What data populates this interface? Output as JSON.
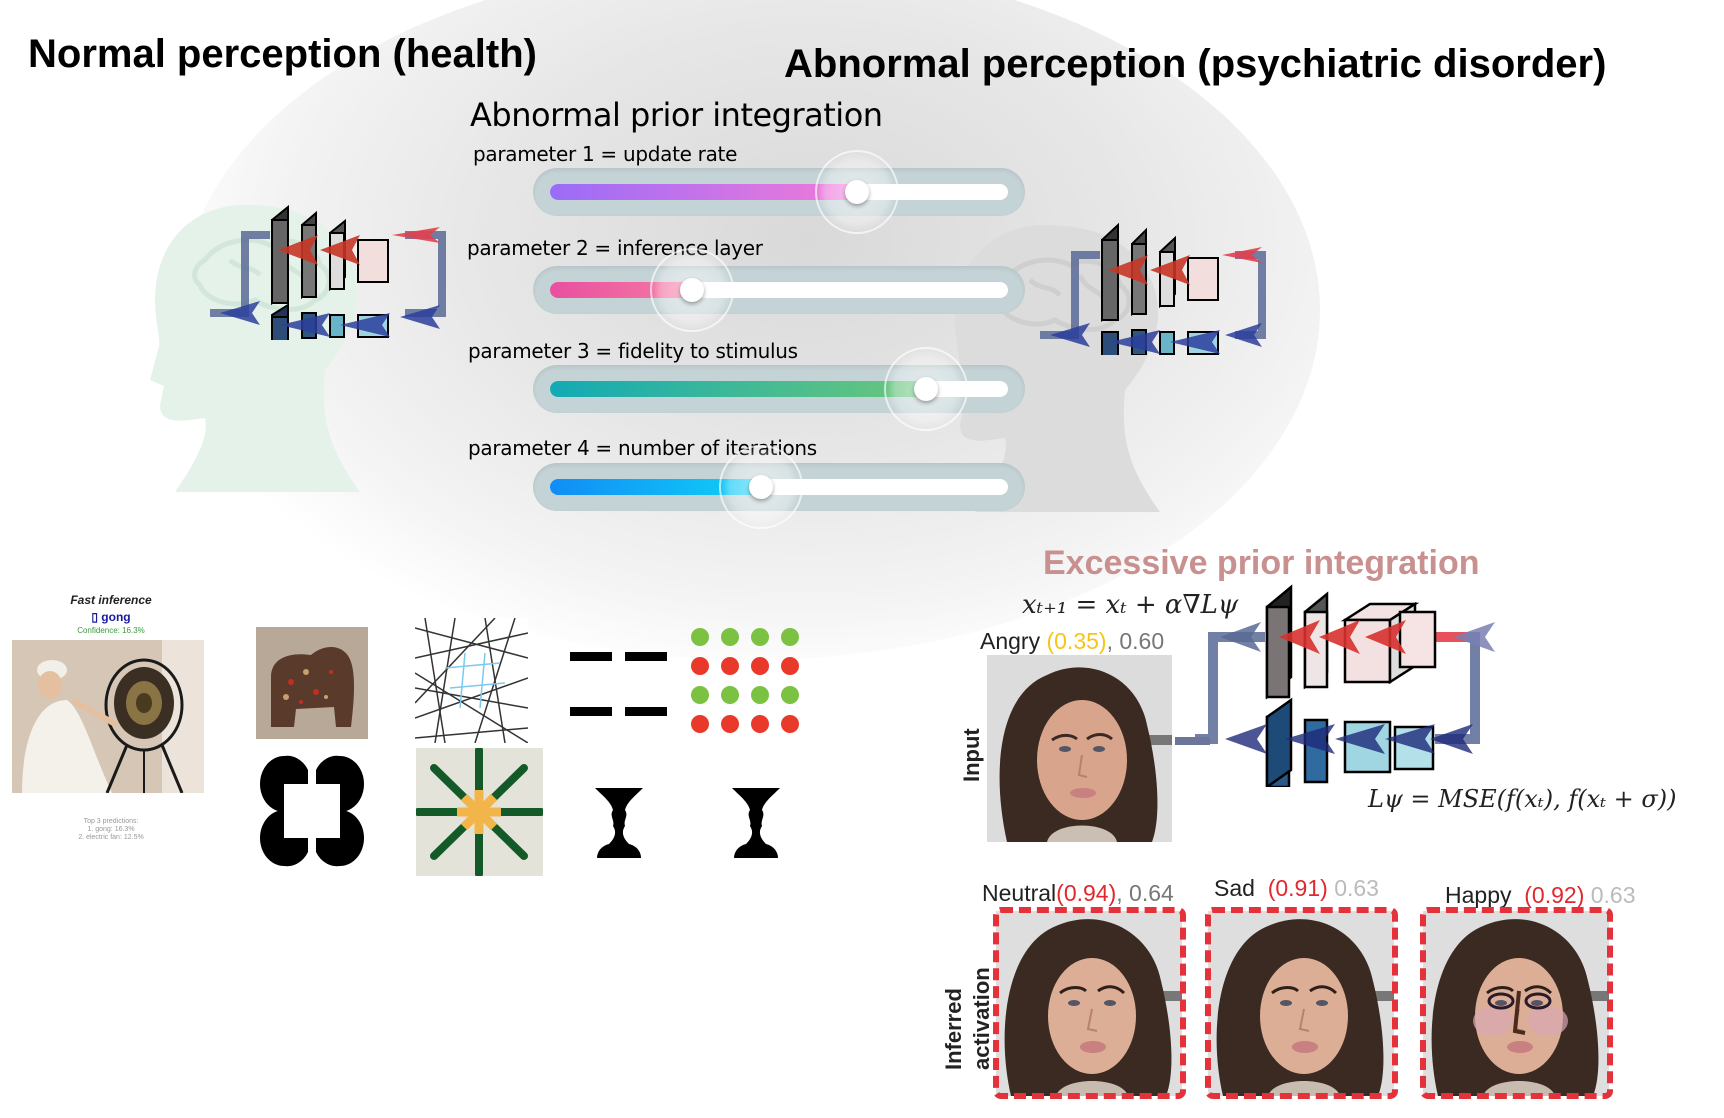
{
  "titles": {
    "normal": "Normal perception (health)",
    "abnormal": "Abnormal perception (psychiatric disorder)",
    "prior_integration": "Abnormal prior integration",
    "excessive": "Excessive prior integration"
  },
  "sliders": [
    {
      "label": "parameter 1 = update rate",
      "value": 0.67,
      "colors": [
        "#9a6cf8",
        "#f27ad8"
      ]
    },
    {
      "label": "parameter 2 = inference layer",
      "value": 0.31,
      "colors": [
        "#e84fa0",
        "#f57ca4"
      ]
    },
    {
      "label": "parameter 3 = fidelity to stimulus",
      "value": 0.82,
      "colors": [
        "#12aab5",
        "#6cc77a"
      ]
    },
    {
      "label": "parameter 4 = number of iterations",
      "value": 0.46,
      "colors": [
        "#118cf5",
        "#10d2f7"
      ]
    }
  ],
  "fast_inference": {
    "title": "Fast inference",
    "prediction": "▯ gong",
    "confidence": "Confidence: 16.3%",
    "top_header": "Top 3 predictions:",
    "top_1": "1. gong: 16.3%",
    "top_2": "2. electric fan: 12.5%"
  },
  "equations": {
    "update": "xₜ₊₁ = xₜ + α∇Lψ",
    "loss": "Lψ = MSE(f(xₜ), f(xₜ + σ))"
  },
  "input": {
    "row_label": "Input",
    "emotion": "Angry",
    "score": "(0.35)",
    "sep": ", ",
    "second": "0.60"
  },
  "inferred": {
    "row_label_1": "Inferred",
    "row_label_2": "activation",
    "faces": [
      {
        "emotion": "Neutral",
        "score": "(0.94)",
        "sep": ", ",
        "second": "0.64"
      },
      {
        "emotion": "Sad",
        "score": "(0.91)",
        "sep": " ",
        "second": "0.63"
      },
      {
        "emotion": "Happy",
        "score": "(0.92)",
        "sep": " ",
        "second": "0.63"
      }
    ]
  },
  "colors": {
    "title_excessive": "#c99090",
    "score_input": "#f5c518",
    "score_inferred": "#e0282e",
    "dashed_frame": "#e5323a",
    "feedback_arrow": "#e0282e",
    "feedforward_arrow": "#2e3f9a"
  }
}
